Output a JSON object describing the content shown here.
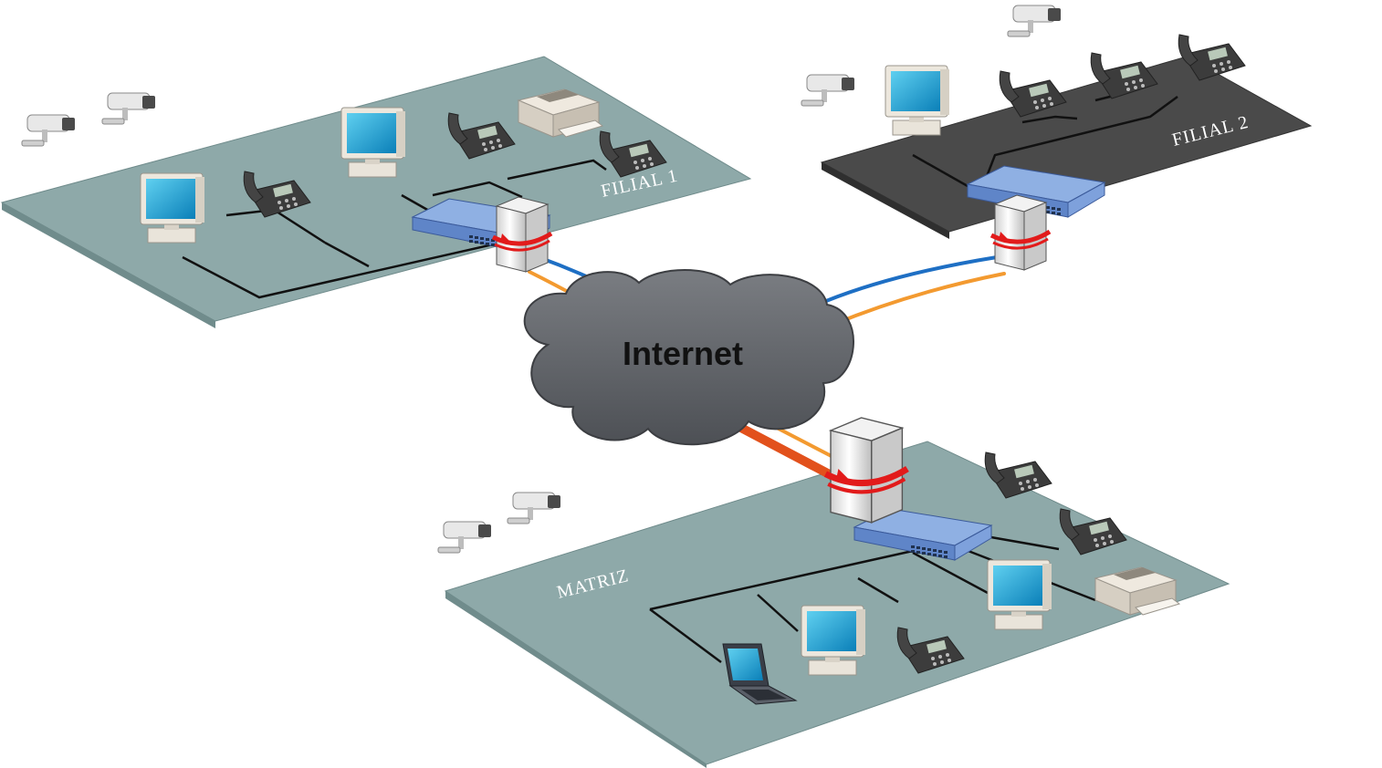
{
  "network": {
    "cloud_label": "Internet",
    "sites": [
      {
        "label": "FILIAL  1"
      },
      {
        "label": "FILIAL 2"
      },
      {
        "label": "MATRIZ"
      }
    ]
  },
  "colors": {
    "plate_teal": "#8ea9a9",
    "plate_dark": "#4a4a4a",
    "cloud": "#5e6166",
    "link_blue": "#1e6fc4",
    "link_orange": "#f39a30",
    "link_red": "#e2511c",
    "firewall_ring": "#e21b1b",
    "switch_blue": "#6f93cf",
    "monitor_screen": "#1aa3d6"
  },
  "icons": [
    "security-camera-icon",
    "desktop-computer-icon",
    "ip-phone-icon",
    "printer-icon",
    "laptop-icon",
    "network-switch-icon",
    "firewall-server-icon",
    "cloud-icon"
  ]
}
